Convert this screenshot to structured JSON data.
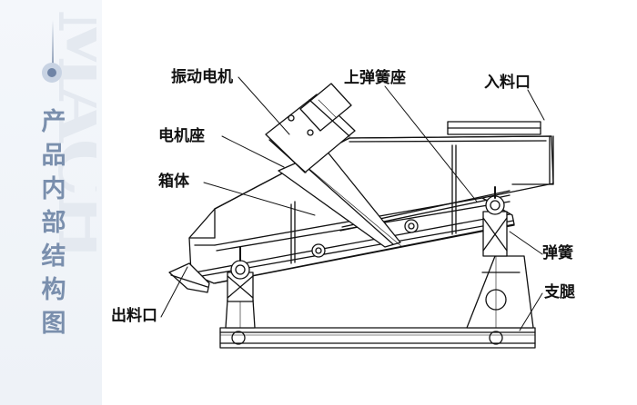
{
  "sidebar": {
    "title": "产品内部结构图",
    "watermark": "MACH"
  },
  "labels": {
    "vibration_motor": "振动电机",
    "motor_seat": "电机座",
    "box_body": "箱体",
    "upper_spring_seat": "上弹簧座",
    "inlet": "入料口",
    "spring": "弹簧",
    "support_leg": "支腿",
    "outlet": "出料口"
  },
  "colors": {
    "line": "#111111",
    "sidebar_text": "#7a8fad",
    "sidebar_bg": "#eef2f7"
  }
}
